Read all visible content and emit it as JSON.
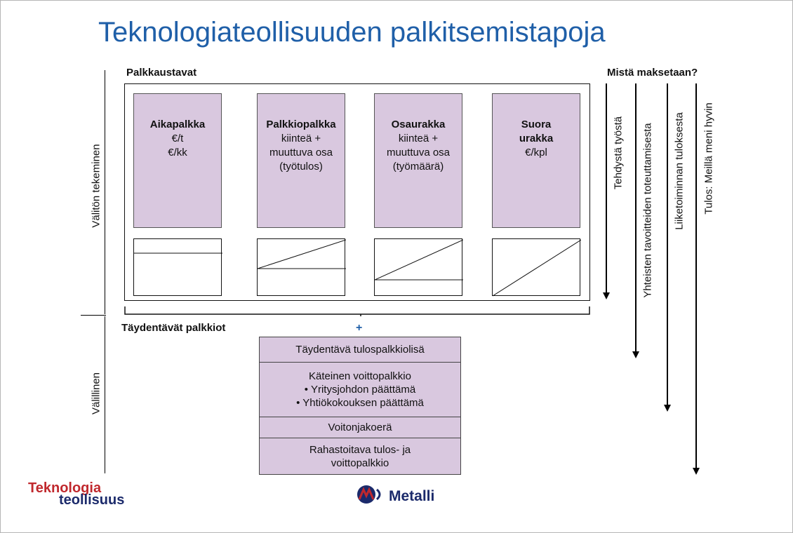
{
  "title": "Teknologiateollisuuden palkitsemistapoja",
  "section_palkkaustavat": "Palkkaustavat",
  "section_mista": "Mistä maksetaan?",
  "left_label_top": "Välitön tekeminen",
  "left_label_bottom": "Välillinen",
  "pay_methods": [
    {
      "title": "Aikapalkka",
      "lines": [
        "€/t",
        "€/kk"
      ]
    },
    {
      "title": "Palkkiopalkka",
      "lines": [
        "kiinteä +",
        "muuttuva osa",
        "(työtulos)"
      ]
    },
    {
      "title": "Osaurakka",
      "lines": [
        "kiinteä +",
        "muuttuva osa",
        "(työmäärä)"
      ]
    },
    {
      "title": "Suora",
      "title2": "urakka",
      "lines": [
        "€/kpl"
      ]
    }
  ],
  "supplementary_label": "Täydentävät palkkiot",
  "plus_sign": "+",
  "supplementary_items": [
    {
      "lines": [
        "Täydentävä tulospalkkiolisä"
      ]
    },
    {
      "lines": [
        "Käteinen voittopalkkio",
        "• Yritysjohdon päättämä",
        "• Yhtiökokouksen päättämä"
      ]
    },
    {
      "lines": [
        "Voitonjakoerä"
      ]
    },
    {
      "lines": [
        "Rahastoitava tulos- ja",
        "voittopalkkio"
      ]
    }
  ],
  "arrows": [
    {
      "label": "Tehdystä työstä"
    },
    {
      "label": "Yhteisten tavoitteiden toteuttamisesta"
    },
    {
      "label": "Liiketoiminnan tuloksesta"
    },
    {
      "label": "Tulos: Meillä meni hyvin"
    }
  ],
  "logos": {
    "tek_line1": "Teknologia",
    "tek_line2": "teollisuus",
    "metalli": "Metalli"
  },
  "colors": {
    "title": "#1f5fa8",
    "box_fill": "#d9c8df",
    "logo_red": "#c0282d",
    "logo_navy": "#1b2a6b"
  }
}
